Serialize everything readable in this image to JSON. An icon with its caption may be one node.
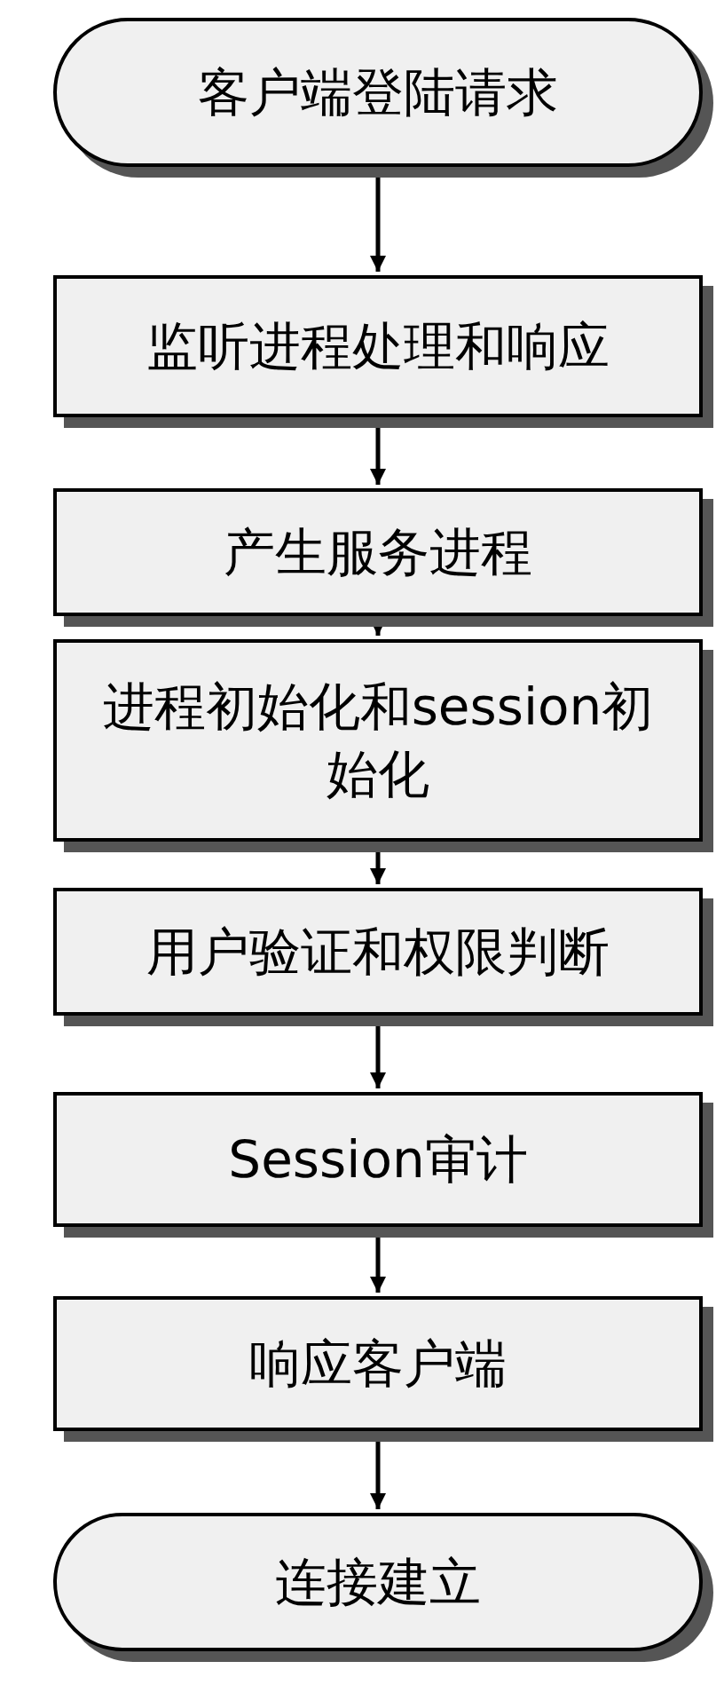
{
  "diagram": {
    "nodes": [
      {
        "text": [
          "客户端登陆请求"
        ]
      },
      {
        "text": [
          "监听进程处理和响应"
        ]
      },
      {
        "text": [
          "产生服务进程"
        ]
      },
      {
        "text": [
          "进程初始化和session初始化"
        ]
      },
      {
        "text": [
          "用户验证和权限判断"
        ]
      },
      {
        "text": [
          "Session审计"
        ]
      },
      {
        "text": [
          "响应客户端"
        ]
      },
      {
        "text": [
          "连接建立"
        ]
      }
    ],
    "edges": [
      {
        "from": 0,
        "to": 1,
        "arrow": "to"
      },
      {
        "from": 1,
        "to": 2,
        "arrow": "to"
      },
      {
        "from": 2,
        "to": 3,
        "arrow": "to"
      },
      {
        "from": 3,
        "to": 4,
        "arrow": "to"
      },
      {
        "from": 4,
        "to": 5,
        "arrow": "to"
      },
      {
        "from": 5,
        "to": 6,
        "arrow": "to"
      },
      {
        "from": 6,
        "to": 7,
        "arrow": "to"
      }
    ]
  }
}
